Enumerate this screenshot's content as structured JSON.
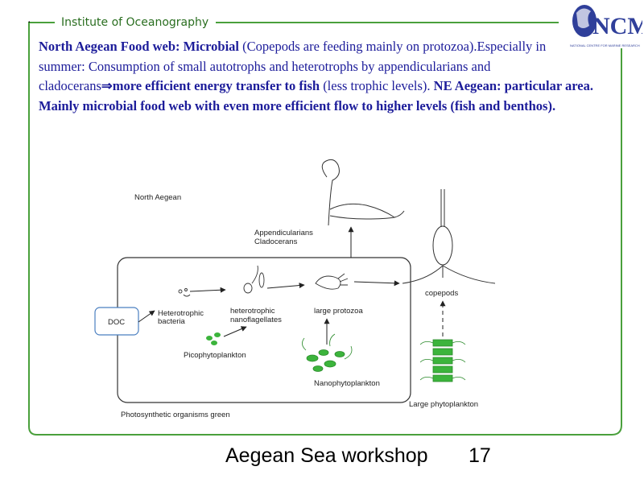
{
  "header": {
    "institute": "Institute of Oceanography",
    "marker": "·"
  },
  "logo": {
    "text": "NCMR",
    "subtitle": "NATIONAL CENTRE FOR MARINE RESEARCH"
  },
  "body": {
    "p1_bold_a": "North Aegean Food web: Microbial",
    "p1_normal_a": " (Copepods are feeding mainly on protozoa).Especially in summer: Consumption of small autotrophs and heterotrophs by appendicularians and cladocerans",
    "arrow": "⇒",
    "p1_bold_b": "more efficient energy transfer to fish",
    "p1_normal_b": " (less trophic levels). ",
    "p1_bold_c": "NE Aegean: particular area. Mainly microbial food web with even more efficient flow to higher levels (fish and benthos)."
  },
  "diagram": {
    "title": "North Aegean",
    "doc": "DOC",
    "het_bacteria_1": "Heterotrophic",
    "het_bacteria_2": "bacteria",
    "het_nano_1": "heterotrophic",
    "het_nano_2": "nanoflagellates",
    "large_protozoa": "large protozoa",
    "copepods": "copepods",
    "appendicularians": "Appendicularians",
    "cladocerans": "Cladocerans",
    "picophyto": "Picophytoplankton",
    "nanophyto": "Nanophytoplankton",
    "large_phyto": "Large phytoplankton",
    "caption": "Photosynthetic organisms green",
    "colors": {
      "green": "#3cb43c",
      "doc_box": "#4a7fc0"
    }
  },
  "footer": {
    "title": "Aegean Sea workshop",
    "page": "17"
  }
}
